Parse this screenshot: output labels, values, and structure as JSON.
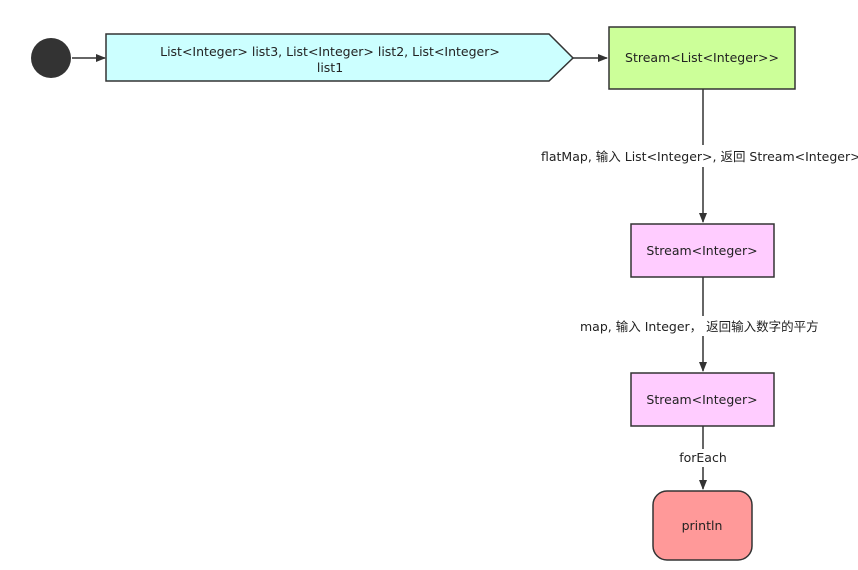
{
  "nodes": {
    "start": {
      "label": ""
    },
    "input_lists": {
      "line1": "List<Integer> list3,  List<Integer> list2,  List<Integer>",
      "line2": "list1",
      "fill": "#ccffff"
    },
    "stream_of_lists": {
      "label": "Stream<List<Integer>>",
      "fill": "#ccff99"
    },
    "stream_integer_1": {
      "label": "Stream<Integer>",
      "fill": "#ffccff"
    },
    "stream_integer_2": {
      "label": "Stream<Integer>",
      "fill": "#ffccff"
    },
    "println": {
      "label": "println",
      "fill": "#ff9999"
    }
  },
  "edges": {
    "flatmap_label": "flatMap, 输入 List<Integer>, 返回 Stream<Integer>",
    "map_label": "map, 输入 Integer， 返回输入数字的平方",
    "foreach_label": "forEach"
  },
  "colors": {
    "stroke": "#333333",
    "start_node": "#333333"
  }
}
